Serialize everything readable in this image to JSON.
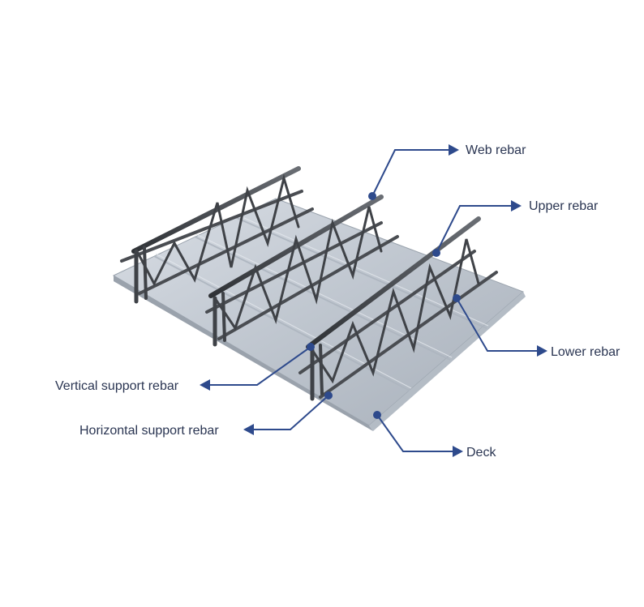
{
  "labels": {
    "web_rebar": "Web rebar",
    "upper_rebar": "Upper rebar",
    "lower_rebar": "Lower rebar",
    "vertical_support_rebar": "Vertical support rebar",
    "horizontal_support_rebar": "Horizontal support rebar",
    "deck": "Deck"
  },
  "colors": {
    "callout": "#2e4a8c",
    "text": "#2a3552",
    "deck": "#c6cdd6",
    "rebar": "#4a4d52"
  }
}
